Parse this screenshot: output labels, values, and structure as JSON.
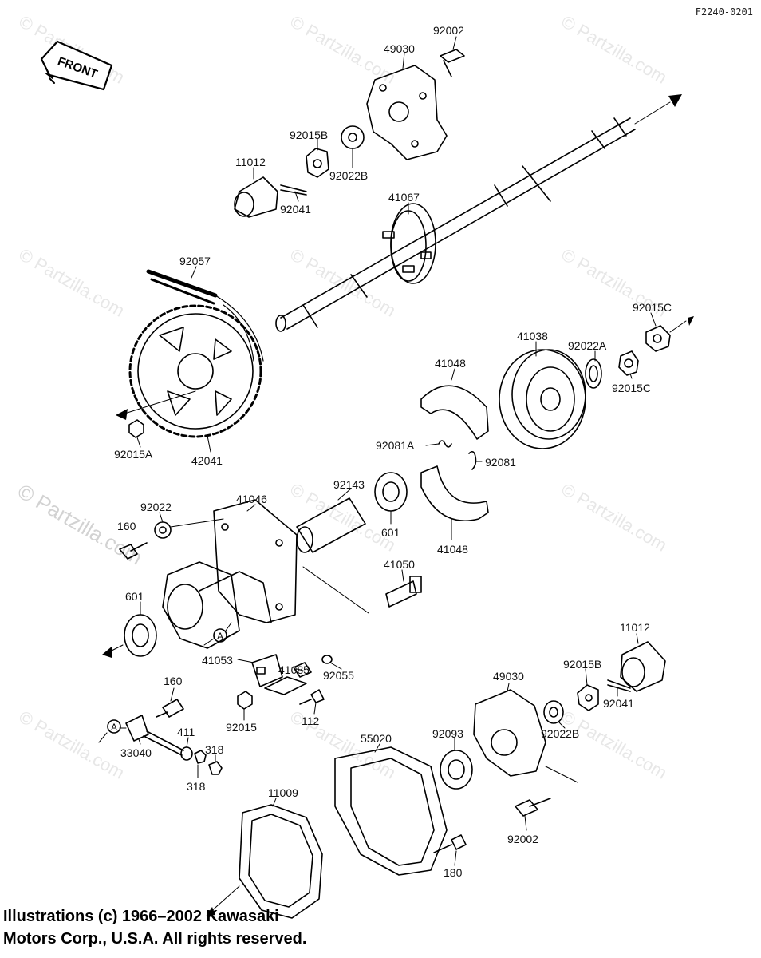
{
  "figure_code": "F2240-0201",
  "front_label": "FRONT",
  "copyright": {
    "line1": "Illustrations (c) 1966–2002 Kawasaki",
    "line2": "Motors Corp., U.S.A.  All rights reserved."
  },
  "watermark": "© Partzilla.com",
  "marker_a": "A",
  "labels": {
    "p92002_top": "92002",
    "p49030_top": "49030",
    "p92015B_top": "92015B",
    "p92022B_top": "92022B",
    "p11012_top": "11012",
    "p92041_top": "92041",
    "p41067": "41067",
    "p92057": "92057",
    "p92015C_top": "92015C",
    "p41038": "41038",
    "p92022A": "92022A",
    "p92015C_bot": "92015C",
    "p41048_top": "41048",
    "p92081A": "92081A",
    "p92081": "92081",
    "p92015A": "92015A",
    "p42041": "42041",
    "p92143": "92143",
    "p41046": "41046",
    "p92022": "92022",
    "p160_top": "160",
    "p601_mid": "601",
    "p41048_bot": "41048",
    "p41050": "41050",
    "p601_left": "601",
    "p11012_bot": "11012",
    "p41085": "41085",
    "p41053": "41053",
    "p92055": "92055",
    "p92015B_bot": "92015B",
    "p49030_bot": "49030",
    "p92041_bot": "92041",
    "p160_bot": "160",
    "p92015": "92015",
    "p112": "112",
    "p92022B_bot": "92022B",
    "p411": "411",
    "p33040": "33040",
    "p318_a": "318",
    "p318_b": "318",
    "p55020": "55020",
    "p92093": "92093",
    "p11009": "11009",
    "p92002_bot": "92002",
    "p180": "180"
  }
}
